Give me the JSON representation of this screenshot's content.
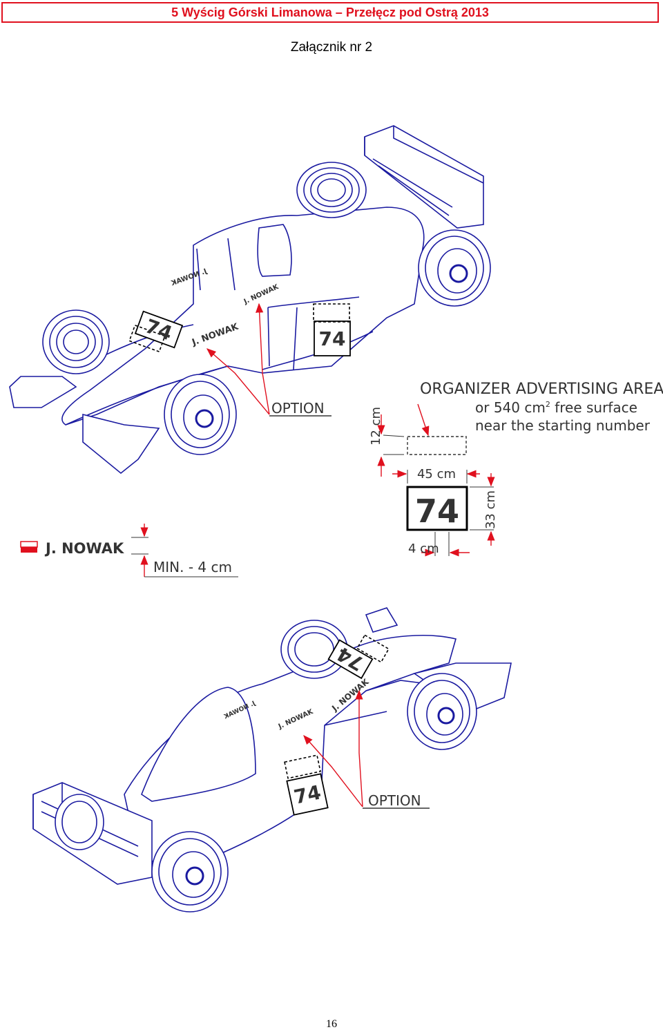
{
  "header": {
    "title": "5 Wyścig Górski Limanowa – Przełęcz pod Ostrą 2013"
  },
  "subtitle": "Załącznik nr 2",
  "colors": {
    "header_red": "#e0101e",
    "line_blue": "#1a1aa0",
    "arrow_red": "#e0101e"
  },
  "car_top": {
    "number": "74",
    "side_number": "74",
    "driver": "J. NOWAK",
    "driver_mirror": "J. NOWAK",
    "driver_side": "J. NOWAK",
    "option": "OPTION"
  },
  "car_bottom": {
    "number": "74",
    "side_number": "74",
    "driver": "J. NOWAK",
    "driver_cockpit": "J. NOWAK",
    "driver_mirror": "J. NOWAK",
    "option": "OPTION"
  },
  "legend": {
    "organizer_title": "ORGANIZER ADVERTISING AREA",
    "organizer_line2": "or 540 cm",
    "organizer_sup": "2",
    "organizer_line2b": " free surface",
    "organizer_line3": "near the starting number",
    "height_12": "12 cm",
    "width_45": "45 cm",
    "number": "74",
    "height_33": "33 cm",
    "margin_4": "4 cm",
    "driver_sample": "J. NOWAK",
    "min_label": "MIN. - 4 cm"
  },
  "page_number": "16"
}
